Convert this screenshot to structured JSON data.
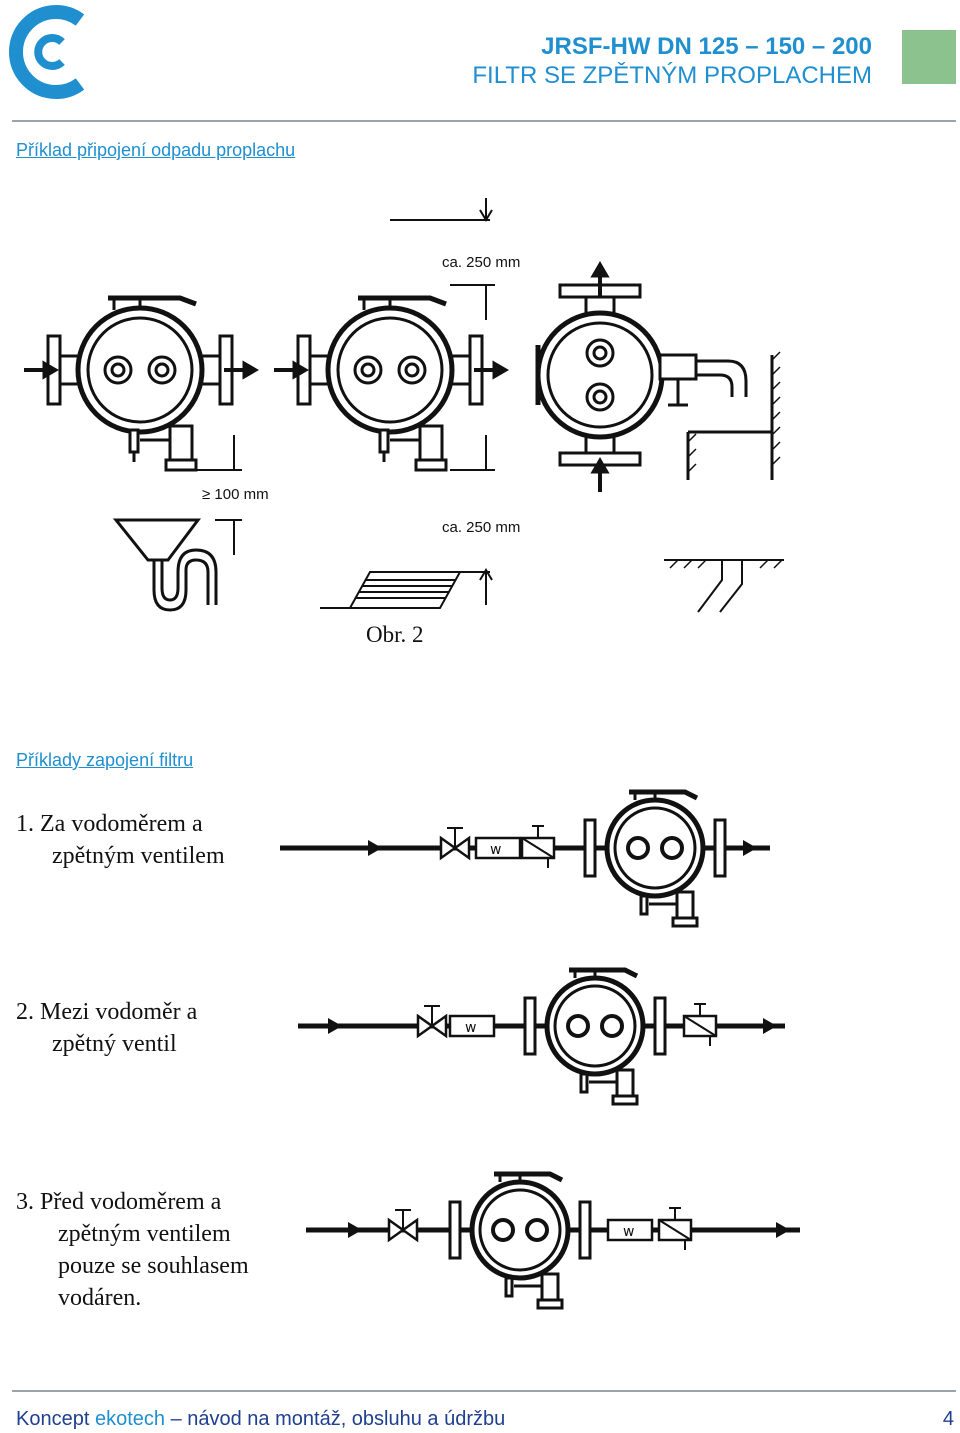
{
  "header": {
    "title": "JRSF-HW DN 125 – 150 – 200",
    "subtitle": "FILTR SE ZPĚTNÝM PROPLACHEM",
    "accent_color": "#1f8fd0",
    "box_color": "#8bc28d"
  },
  "logo": {
    "icon": "c-logo-icon"
  },
  "section1": {
    "title": "Příklad připojení odpadu proplachu",
    "dim_top": "ca. 250 mm",
    "dim_middle": "≥ 100 mm",
    "dim_bottom": "ca. 250 mm",
    "caption": "Obr. 2"
  },
  "section2": {
    "title": "Příklady zapojení filtru",
    "scenarios": [
      {
        "lines": [
          "1.  Za vodoměrem a",
          "zpětným ventilem"
        ]
      },
      {
        "lines": [
          "2.  Mezi vodoměr a",
          "zpětný ventil"
        ]
      },
      {
        "lines": [
          "3.  Před vodoměrem a",
          "zpětným ventilem",
          "pouze se souhlasem",
          "vodáren."
        ]
      }
    ],
    "meter_letter": "w"
  },
  "footer": {
    "prefix": "Koncept ",
    "brand": "ekotech",
    "suffix": " – návod na montáž, obsluhu a údržbu",
    "page": "4"
  }
}
